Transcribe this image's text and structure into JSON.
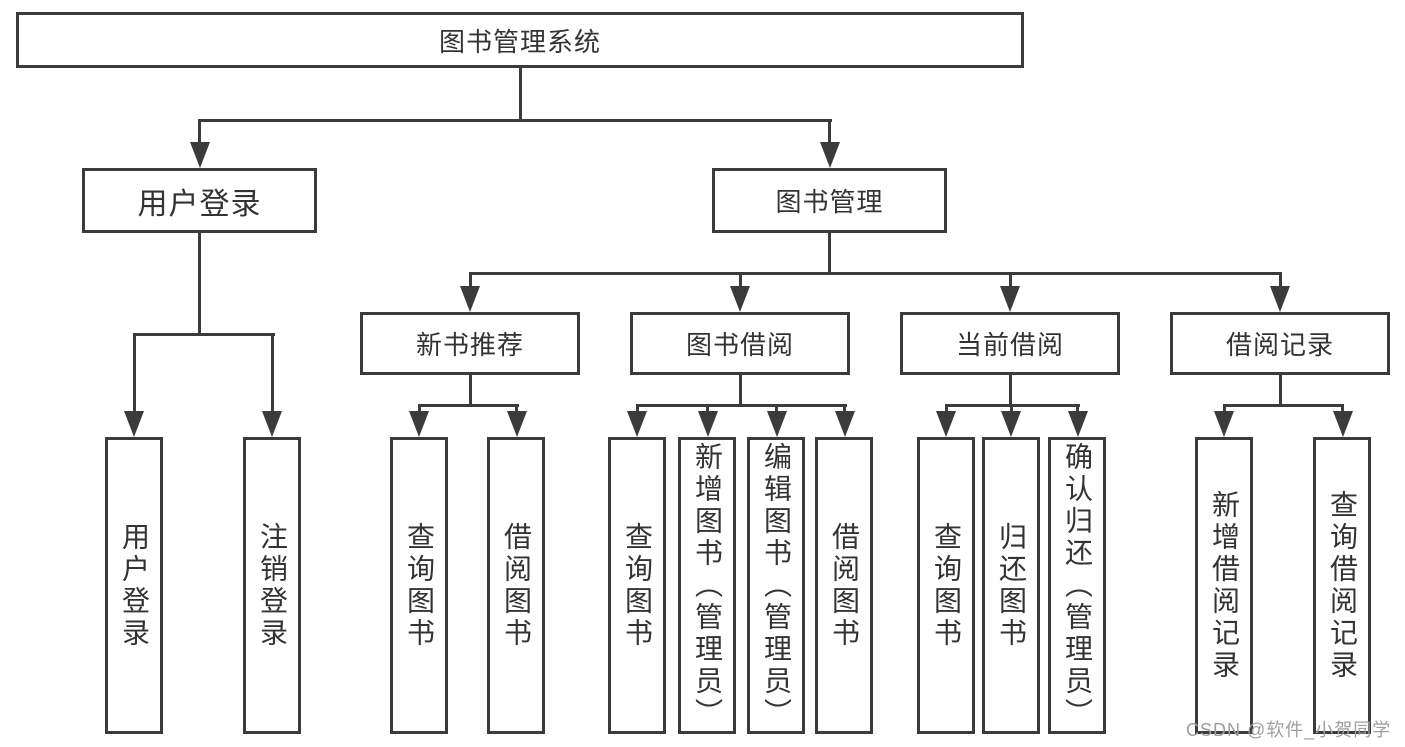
{
  "diagram": {
    "title": "图书管理系统",
    "level2": [
      {
        "label": "用户登录"
      },
      {
        "label": "图书管理"
      }
    ],
    "level3": [
      {
        "label": "新书推荐"
      },
      {
        "label": "图书借阅"
      },
      {
        "label": "当前借阅"
      },
      {
        "label": "借阅记录"
      }
    ],
    "leaves": {
      "user_login": [
        "用户登录",
        "注销登录"
      ],
      "new_books": [
        "查询图书",
        "借阅图书"
      ],
      "book_borrow": [
        "查询图书",
        "新增图书（管理员）",
        "编辑图书（管理员）",
        "借阅图书"
      ],
      "current_borrow": [
        "查询图书",
        "归还图书",
        "确认归还（管理员）"
      ],
      "borrow_records": [
        "新增借阅记录",
        "查询借阅记录"
      ]
    }
  },
  "watermark": {
    "text": "CSDN @软件_小贺同学"
  },
  "colors": {
    "line": "#3b3b3b",
    "text": "#333333",
    "box_background": "#ffffff",
    "background": "#ffffff",
    "watermark": "#9e9e9e"
  }
}
